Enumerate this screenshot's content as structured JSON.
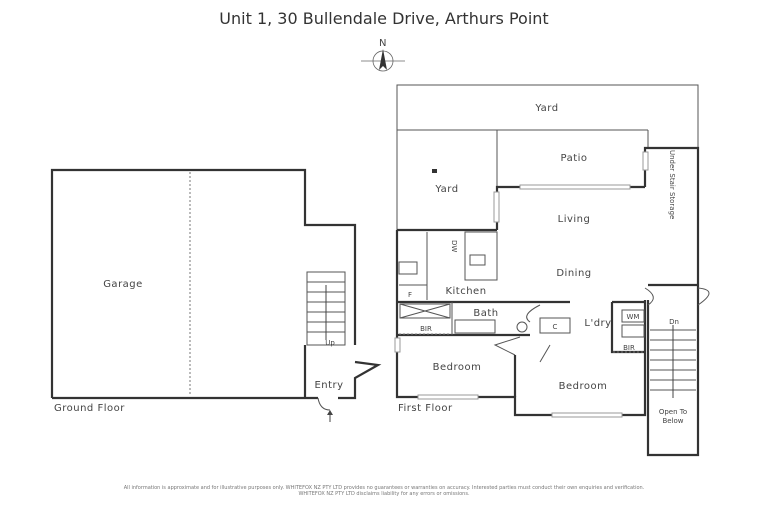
{
  "title": "Unit 1, 30 Bullendale Drive, Arthurs Point",
  "compass": {
    "label": "N",
    "icon": "north-arrow-icon"
  },
  "ground_floor": {
    "label": "Ground Floor",
    "rooms": {
      "garage": "Garage",
      "entry": "Entry",
      "stair_up": "Up"
    }
  },
  "first_floor": {
    "label": "First Floor",
    "rooms": {
      "yard_top": "Yard",
      "patio": "Patio",
      "yard": "Yard",
      "under_stair_storage": "Under Stair Storage",
      "living": "Living",
      "dining": "Dining",
      "kitchen": "Kitchen",
      "bath": "Bath",
      "laundry": "L'dry",
      "wm": "WM",
      "bir_1": "BIR",
      "bir_2": "BIR",
      "c": "C",
      "f": "F",
      "dw": "DW",
      "bedroom_1": "Bedroom",
      "bedroom_2": "Bedroom",
      "stair_down": "Dn",
      "open_to_below": "Open To Below"
    }
  },
  "disclaimer": "All information is approximate and for illustrative purposes only. WHITEFOX NZ PTY LTD provides no guarantees or warranties on accuracy. Interested parties must conduct their own enquiries and verification. WHITEFOX NZ PTY LTD disclaims liability for any errors or omissions."
}
